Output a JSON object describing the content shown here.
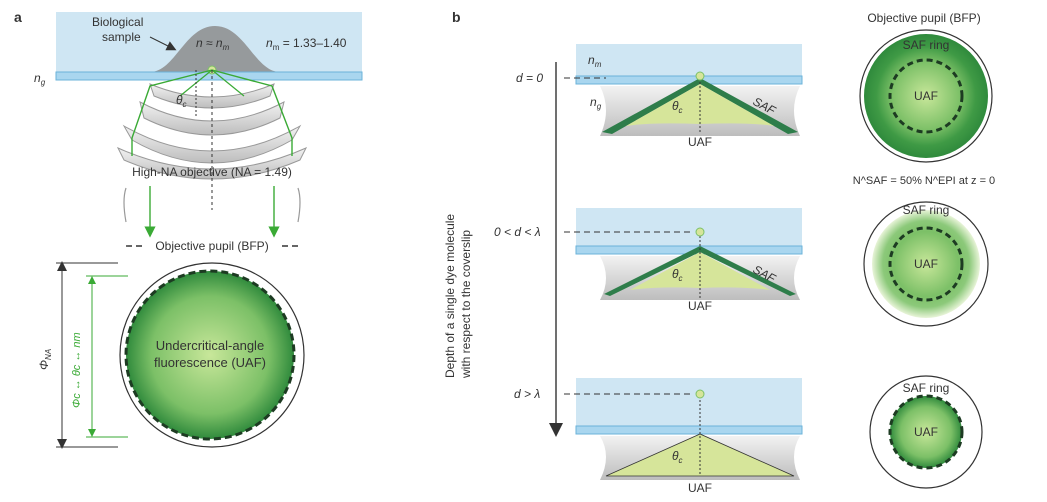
{
  "panel_a": {
    "letter": "a",
    "sample_label_1": "Biological",
    "sample_label_2": "sample",
    "n_equal": "n ≈ n",
    "n_equal_sub": "m",
    "nm_range_n": "n",
    "nm_range_sub": "m",
    "nm_range_val": " = 1.33–1.40",
    "ng_n": "n",
    "ng_sub": "g",
    "theta": "θ",
    "theta_sub": "c",
    "objective_label": "High-NA objective (NA = 1.49)",
    "bfp_label": "Objective pupil (BFP)",
    "uaf_line1": "Undercritical-angle",
    "uaf_line2": "fluorescence (UAF)",
    "phi_na": "Φ",
    "phi_na_sub": "NA",
    "phi_c_label": "Φc ↔ θc ↔ nm"
  },
  "panel_b": {
    "letter": "b",
    "title": "Objective pupil (BFP)",
    "axis_label_1": "Depth of a single dye molecule",
    "axis_label_2": "with respect to the coverslip",
    "rows": [
      {
        "depth": "d = 0",
        "ring": "SAF ring",
        "center": "UAF",
        "saf": "SAF",
        "uaf": "UAF"
      },
      {
        "depth": "0 < d < λ",
        "ring": "SAF ring",
        "center": "UAF",
        "saf": "SAF",
        "uaf": "UAF"
      },
      {
        "depth": "d > λ",
        "ring": "SAF ring",
        "center": "UAF",
        "saf": "",
        "uaf": "UAF"
      }
    ],
    "nm_n": "n",
    "nm_sub": "m",
    "ng_n": "n",
    "ng_sub": "g",
    "theta": "θ",
    "theta_sub": "c",
    "equation": "N^SAF = 50% N^EPI at z = 0"
  },
  "colors": {
    "sample_blue": "#cfe6f3",
    "coverslip_blue": "#a9d6ef",
    "sample_grey": "#8c8c8c",
    "arrow_green": "#3aaa35",
    "uaf_green": "#4aa84a",
    "uaf_yellow": "#d6e59a",
    "dark_dash": "#1d3b22"
  }
}
